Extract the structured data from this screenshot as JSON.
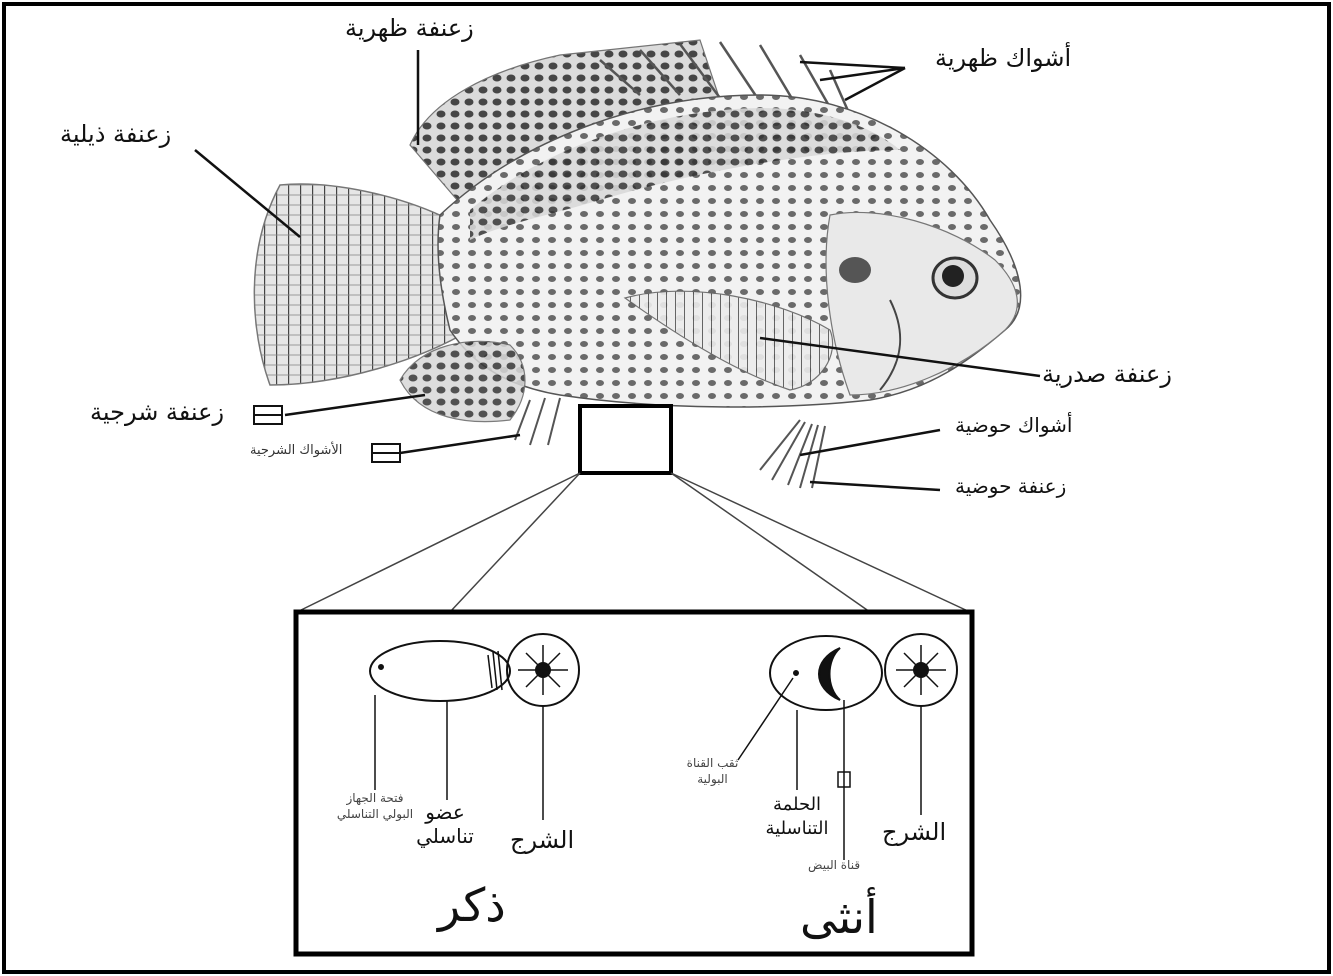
{
  "labels": {
    "dorsal_fin": "زعنفة ظهرية",
    "dorsal_spines": "أشواك ظهرية",
    "caudal_fin": "زعنفة ذيلية",
    "pectoral_fin": "زعنفة صدرية",
    "anal_fin": "زعنفة شرجية",
    "anal_spines": "الأشواك الشرجية",
    "pelvic_spines": "أشواك حوضية",
    "pelvic_fin": "زعنفة حوضية"
  },
  "inset": {
    "male": {
      "title": "ذكر",
      "anus": "الشرج",
      "genital_organ_line1": "عضو",
      "genital_organ_line2": "تناسلي",
      "urogenital_opening_line1": "فتحة الجهاز",
      "urogenital_opening_line2": "البولي التناسلي"
    },
    "female": {
      "title": "أنثى",
      "anus": "الشرج",
      "genital_papilla_line1": "الحلمة",
      "genital_papilla_line2": "التناسلية",
      "oviduct": "قناة البيض",
      "urinary_pore_line1": "ثقب القناة",
      "urinary_pore_line2": "البولية"
    }
  }
}
